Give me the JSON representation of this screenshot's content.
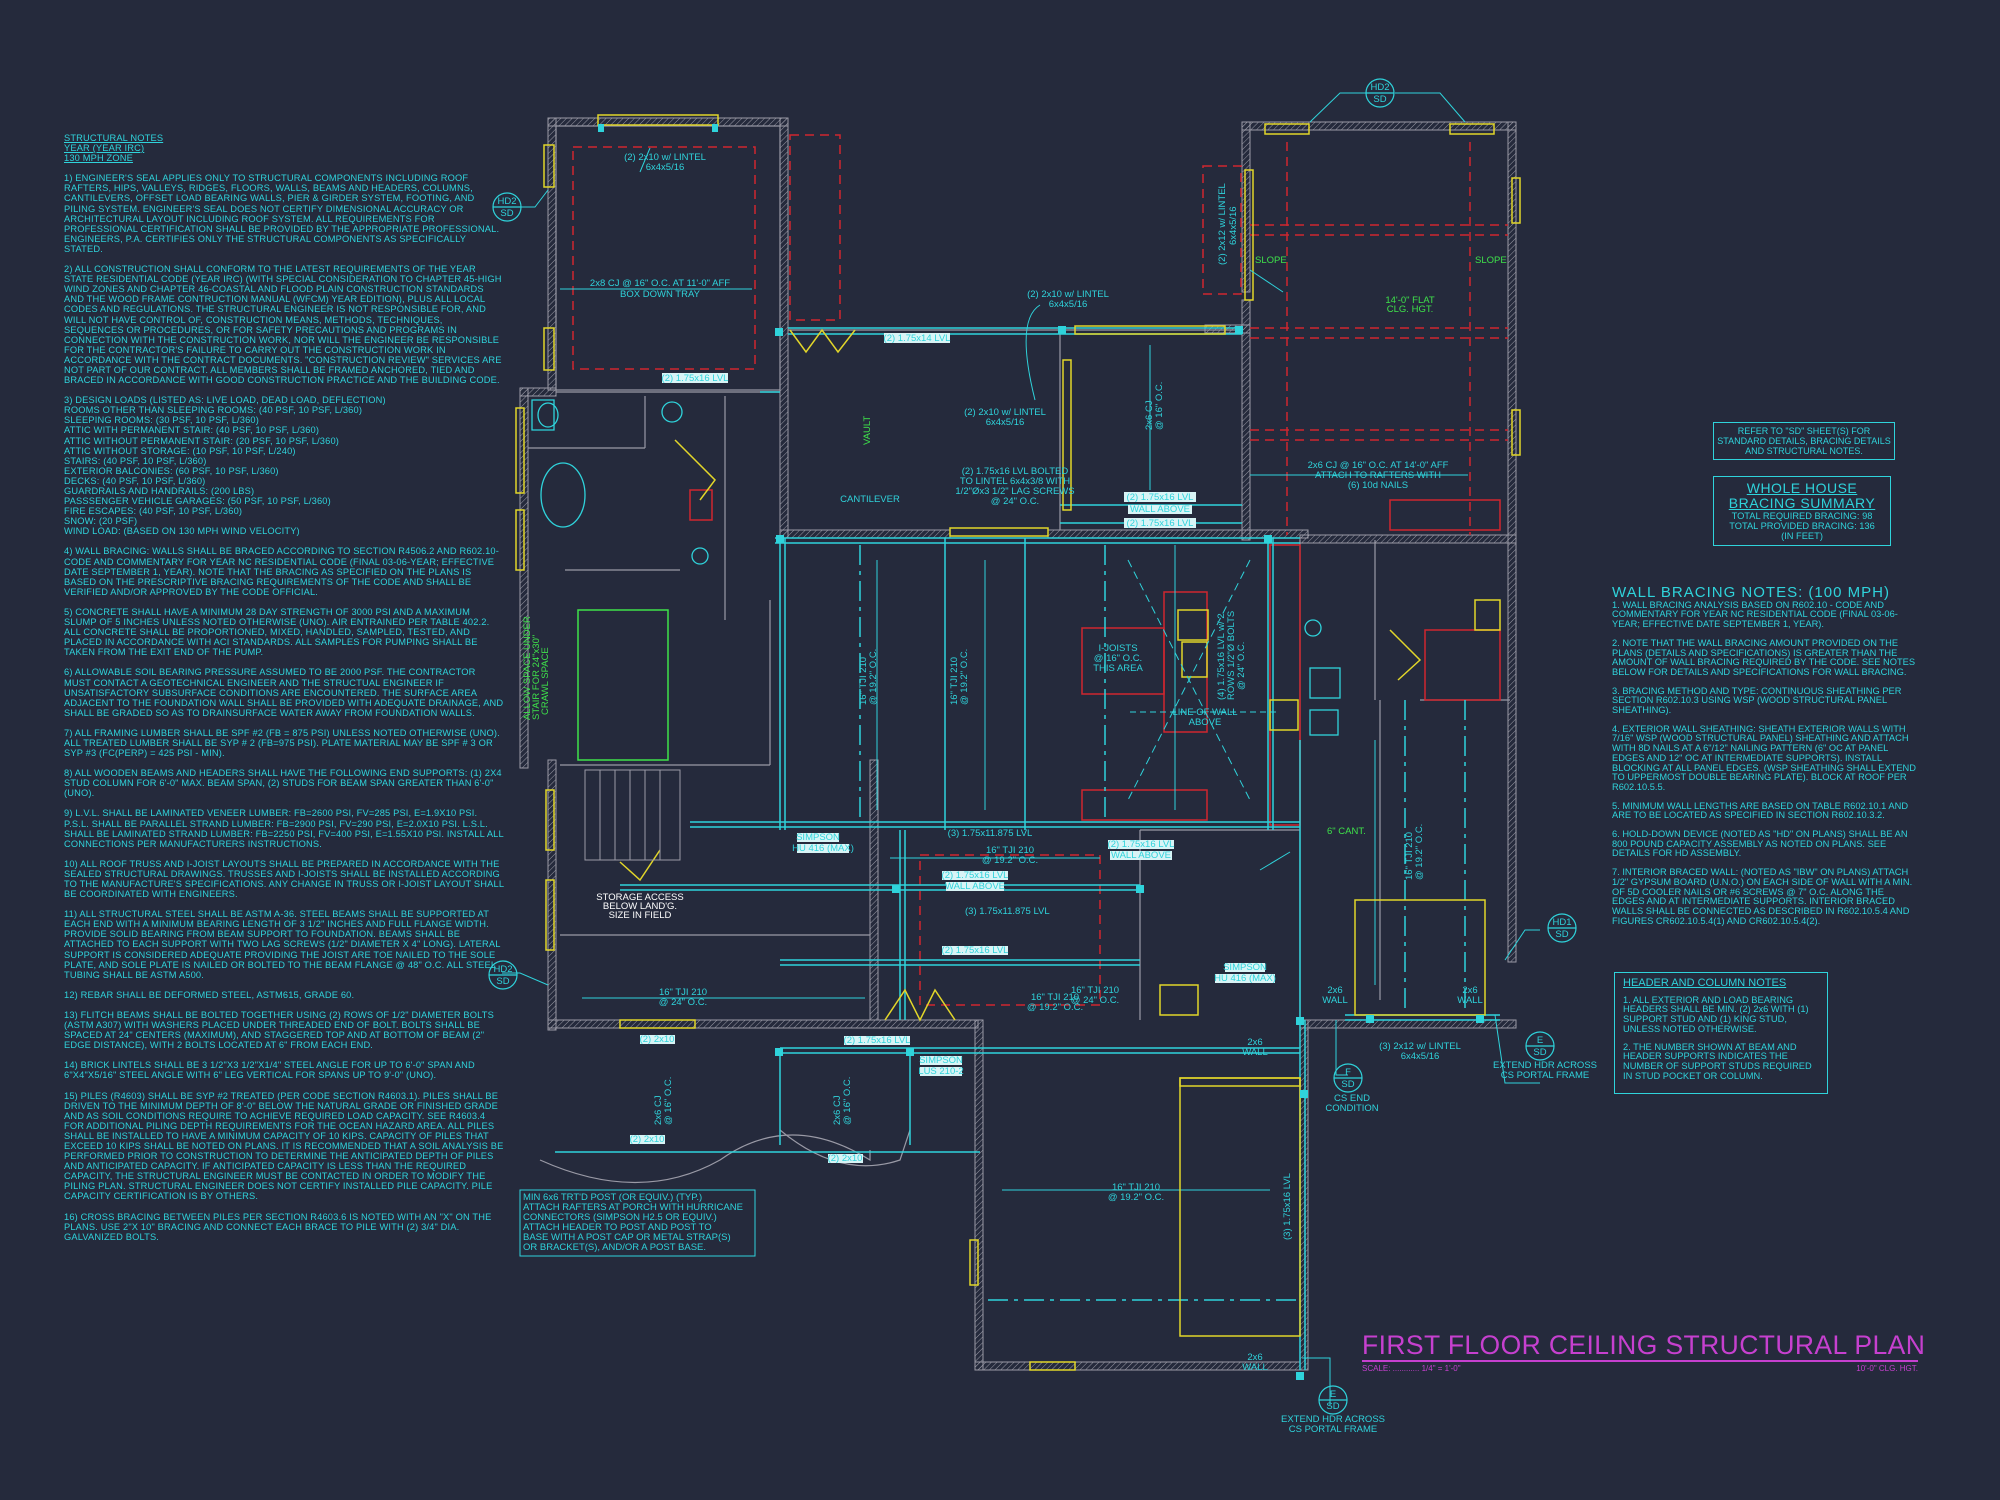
{
  "colors": {
    "background": "#252a3c",
    "notes_text": "#2fd3db",
    "title": "#c640cf",
    "walls": "#9a9aa6",
    "beams": "#2fd3db",
    "openings": "#e2d62a",
    "ceiling_dashed": "#d0262e",
    "annotations_green": "#3ee24a"
  },
  "structural_notes": {
    "heading": [
      "STRUCTURAL NOTES",
      "YEAR (YEAR IRC)",
      "130 mph ZONE"
    ],
    "items": [
      "1) ENGINEER'S SEAL APPLIES ONLY TO STRUCTURAL COMPONENTS INCLUDING ROOF RAFTERS, HIPS, VALLEYS, RIDGES, FLOORS, WALLS, BEAMS AND HEADERS, COLUMNS, CANTILEVERS, OFFSET LOAD BEARING WALLS, PIER & GIRDER SYSTEM, FOOTING, AND PILING SYSTEM. ENGINEER'S SEAL DOES NOT CERTIFY DIMENSIONAL ACCURACY OR ARCHITECTURAL LAYOUT INCLUDING ROOF SYSTEM. ALL REQUIREMENTS FOR PROFESSIONAL CERTIFICATION SHALL BE PROVIDED BY THE APPROPRIATE PROFESSIONAL. ENGINEERS, P.A. CERTIFIES ONLY THE STRUCTURAL COMPONENTS AS SPECIFICALLY STATED.",
      "2) ALL CONSTRUCTION SHALL CONFORM TO THE LATEST REQUIREMENTS OF THE YEAR STATE RESIDENTIAL CODE (YEAR IRC) (WITH SPECIAL CONSIDERATION TO CHAPTER 45-HIGH WIND ZONES AND CHAPTER 46-COASTAL AND FLOOD PLAIN CONSTRUCTION STANDARDS AND THE WOOD FRAME CONTRUCTION MANUAL (WFCM) YEAR EDITION), PLUS ALL LOCAL CODES AND REGULATIONS. THE STRUCTURAL ENGINEER IS NOT RESPONSIBLE FOR, AND WILL NOT HAVE CONTROL OF, CONSTRUCTION MEANS, METHODS, TECHNIQUES, SEQUENCES OR PROCEDURES, OR FOR SAFETY PRECAUTIONS AND PROGRAMS IN CONNECTION WITH THE CONSTRUCTION WORK, NOR WILL THE ENGINEER BE RESPONSIBLE FOR THE CONTRACTOR'S FAILURE TO CARRY OUT THE CONSTRUCTION WORK IN ACCORDANCE WITH THE CONTRACT DOCUMENTS. \"CONSTRUCTION REVIEW\" SERVICES ARE NOT PART OF OUR CONTRACT. ALL MEMBERS SHALL BE FRAMED ANCHORED, TIED AND BRACED IN ACCORDANCE WITH GOOD CONSTRUCTION PRACTICE AND THE BUILDING CODE.",
      "4) WALL BRACING: WALLS SHALL BE BRACED ACCORDING TO SECTION R4506.2 AND R602.10- CODE AND COMMENTARY FOR YEAR NC RESIDENTIAL CODE (FINAL 03-06-YEAR; EFFECTIVE DATE SEPTEMBER 1, YEAR). NOTE THAT THE BRACING AS SPECIFIED ON THE PLANS IS BASED ON THE PRESCRIPTIVE BRACING REQUIREMENTS OF THE CODE AND SHALL BE VERIFIED AND/OR APPROVED BY THE CODE OFFICIAL.",
      "5) CONCRETE SHALL HAVE A MINIMUM 28 DAY STRENGTH OF 3000 PSI AND A MAXIMUM SLUMP OF 5 INCHES UNLESS NOTED OTHERWISE (UNO). AIR ENTRAINED PER TABLE 402.2. ALL CONCRETE SHALL BE PROPORTIONED, MIXED, HANDLED, SAMPLED, TESTED, AND PLACED IN ACCORDANCE WITH ACI STANDARDS. ALL SAMPLES FOR PUMPING SHALL BE TAKEN FROM THE EXIT END OF THE PUMP.",
      "6) ALLOWABLE SOIL BEARING PRESSURE ASSUMED TO BE 2000 PSF. THE CONTRACTOR MUST CONTACT A GEOTECHNICAL ENGINEER AND THE STRUCTUAL ENGINEER IF UNSATISFACTORY SUBSURFACE CONDITIONS ARE ENCOUNTERED. THE SURFACE AREA ADJACENT TO THE FOUNDATION WALL SHALL BE PROVIDED WITH ADEQUATE DRAINAGE, AND SHALL BE GRADED SO AS TO DRAINSURFACE WATER AWAY FROM FOUNDATION WALLS.",
      "7) ALL FRAMING LUMBER SHALL BE SPF #2 (Fb = 875 PSI) UNLESS NOTED OTHERWISE (UNO). ALL TREATED LUMBER SHALL BE SYP # 2 (Fb=975 PSI). PLATE MATERIAL MAY BE SPF # 3 OR SYP #3 (Fc(perp) = 425 PSI - MIN).",
      "8) ALL WOODEN BEAMS AND HEADERS SHALL HAVE THE FOLLOWING END SUPPORTS: (1) 2x4 STUD COLUMN FOR 6'-0\" MAX. BEAM SPAN, (2) STUDS FOR BEAM SPAN GREATER THAN 6'-0\" (UNO).",
      "9) L.V.L. SHALL BE LAMINATED VENEER LUMBER: Fb=2600 PSI, Fv=285 PSI, E=1.9x10 PSI. P.S.L. SHALL BE PARALLEL STRAND LUMBER: Fb=2900 PSI, Fv=290 PSI, E=2.0x10 PSI. L.S.L. SHALL BE LAMINATED STRAND LUMBER: Fb=2250 PSI, Fv=400 PSI, E=1.55x10 PSI. INSTALL ALL CONNECTIONS PER MANUFACTURERS INSTRUCTIONS.",
      "10) ALL ROOF TRUSS AND I-JOIST LAYOUTS SHALL BE PREPARED IN ACCORDANCE WITH THE SEALED STRUCTURAL DRAWINGS. TRUSSES AND I-JOISTS SHALL BE INSTALLED ACCORDING TO THE MANUFACTURE'S SPECIFICATIONS. ANY CHANGE IN TRUSS OR I-JOIST LAYOUT SHALL BE COORDINATED WITH ENGINEERS.",
      "11) ALL STRUCTURAL STEEL SHALL BE ASTM A-36. STEEL BEAMS SHALL BE SUPPORTED AT EACH END WITH A MINIMUM BEARING LENGTH OF 3 1/2\" INCHES AND FULL FLANGE WIDTH. PROVIDE SOLID BEARING FROM BEAM SUPPORT TO FOUNDATION. BEAMS SHALL BE ATTACHED TO EACH SUPPORT WITH TWO LAG SCREWS (1/2\" DIAMETER x 4\" LONG). LATERAL SUPPORT IS CONSIDERED ADEQUATE PROVIDING THE JOIST ARE TOE NAILED TO THE SOLE PLATE, AND SOLE PLATE IS NAILED OR BOLTED TO THE BEAM FLANGE @ 48\" O.C. ALL STEEL TUBING SHALL BE ASTM A500.",
      "12) REBAR SHALL BE DEFORMED STEEL, ASTM615, GRADE 60.",
      "13) FLITCH BEAMS SHALL BE BOLTED TOGETHER USING (2) ROWS OF 1/2\" DIAMETER BOLTS (ASTM A307) WITH WASHERS PLACED UNDER THREADED END OF BOLT. BOLTS SHALL BE SPACED AT 24\" CENTERS (MAXIMUM), AND STAGGERED TOP AND AT BOTTOM OF BEAM (2\" EDGE DISTANCE), WITH 2 BOLTS LOCATED AT 6\" FROM EACH END.",
      "14) BRICK LINTELS SHALL BE 3 1/2\"x3 1/2\"x1/4\" STEEL ANGLE FOR UP TO 6'-0\" SPAN AND 6\"x4\"x5/16\" STEEL ANGLE WITH 6\" LEG VERTICAL FOR SPANS UP TO 9'-0\" (UNO).",
      "15) PILES (R4603) SHALL BE SYP #2 TREATED (PER CODE SECTION R4603.1). PILES SHALL BE DRIVEN TO THE MINIMUM DEPTH OF 8'-0\" BELOW THE NATURAL GRADE OR FINISHED GRADE AND AS SOIL CONDITIONS REQUIRE TO ACHIEVE REQUIRED LOAD CAPACITY. SEE R4603.4 FOR ADDITIONAL PILING DEPTH REQUIREMENTS FOR THE OCEAN HAZARD AREA. ALL PILES SHALL BE INSTALLED TO HAVE A MINIMUM CAPACITY OF 10 KIPS. CAPACITY OF PILES THAT EXCEED 10 KIPS SHALL BE NOTED ON PLANS. IT IS RECOMMENDED THAT A SOIL ANALYSIS BE PERFORMED PRIOR TO CONSTRUCTION TO DETERMINE THE ANTICIPATED DEPTH OF PILES AND ANTICIPATED CAPACITY. IF ANTICIPATED CAPACITY IS LESS THAN THE REQUIRED CAPACITY, THE STRUCTURAL ENGINEER MUST BE CONTACTED IN ORDER TO MODIFY THE PILING PLAN. STRUCTURAL ENGINEER DOES NOT CERTIFY INSTALLED PILE CAPACITY. PILE CAPACITY CERTIFICATION IS BY OTHERS.",
      "16) CROSS BRACING BETWEEN PILES PER SECTION R4603.6 IS NOTED WITH AN \"X\" ON THE PLANS. USE 2\"x 10\" BRACING AND CONNECT EACH BRACE TO PILE WITH (2) 3/4\" DIA. GALVANIZED BOLTS."
    ],
    "design_loads": [
      "3) DESIGN LOADS (LISTED AS: LIVE LOAD, DEAD LOAD, DEFLECTION)",
      "ROOMS OTHER THAN SLEEPING ROOMS: (40 PSF, 10 PSF, L/360)",
      "SLEEPING ROOMS: (30 PSF, 10 PSF, L/360)",
      "ATTIC WITH PERMANENT STAIR: (40 PSF, 10 PSF, L/360)",
      "ATTIC WITHOUT PERMANENT STAIR: (20 PSF, 10 PSF, L/360)",
      "ATTIC WITHOUT STORAGE: (10 PSF, 10 PSF, L/240)",
      "STAIRS: (40 PSF, 10 PSF, L/360)",
      "EXTERIOR BALCONIES: (60 PSF, 10 PSF, L/360)",
      "DECKS: (40 PSF, 10 PSF, L/360)",
      "GUARDRAILS AND HANDRAILS: (200 LBS)",
      "PASSSENGER VEHICLE GARAGES: (50 PSF, 10 PSF, L/360)",
      "FIRE ESCAPES: (40 PSF, 10 PSF, L/360)",
      "SNOW: (20 PSF)",
      "WIND LOAD: (BASED ON 130 MPH WIND VELOCITY)"
    ]
  },
  "refer_box": "REFER TO \"SD\" SHEET(S) FOR STANDARD DETAILS, BRACING DETAILS AND STRUCTURAL NOTES.",
  "bracing_summary": {
    "title_1": "WHOLE HOUSE",
    "title_2": "BRACING SUMMARY",
    "required": "TOTAL REQUIRED BRACING: 98",
    "provided": "TOTAL PROVIDED BRACING: 136",
    "unit": "(IN FEET)"
  },
  "wall_bracing_notes": {
    "title": "WALL BRACING NOTES: (100 MPH)",
    "items": [
      "1. WALL BRACING ANALYSIS BASED ON R602.10 - CODE AND COMMENTARY FOR YEAR NC RESIDENTIAL CODE (FINAL 03-06-YEAR; EFFECTIVE DATE SEPTEMBER 1, YEAR).",
      "2. NOTE THAT THE WALL BRACING AMOUNT PROVIDED ON THE PLANS (DETAILS AND SPECIFICATIONS) IS GREATER THAN THE AMOUNT OF WALL BRACING REQUIRED BY THE CODE. SEE NOTES BELOW FOR DETAILS AND SPECIFICATIONS FOR WALL BRACING.",
      "3. BRACING METHOD AND TYPE: CONTINUOUS SHEATHING PER SECTION R602.10.3 USING WSP (WOOD STRUCTURAL PANEL SHEATHING).",
      "4. EXTERIOR WALL SHEATHING: SHEATH EXTERIOR WALLS WITH 7/16\" WSP (WOOD STRUCTURAL PANEL) SHEATHING AND ATTACH WITH 8d NAILS AT A 6\"/12\" NAILING PATTERN (6\" OC AT PANEL EDGES AND 12\" OC AT INTERMEDIATE SUPPORTS). INSTALL BLOCKING AT ALL PANEL EDGES. (WSP SHEATHING SHALL EXTEND TO UPPERMOST DOUBLE BEARING PLATE). BLOCK AT ROOF PER R602.10.5.5.",
      "5. MINIMUM WALL LENGTHS ARE BASED ON TABLE R602.10.1 AND ARE TO BE LOCATED AS SPECIFIED IN SECTION R602.10.3.2.",
      "6. HOLD-DOWN DEVICE (NOTED AS \"HD\" ON PLANS) SHALL BE AN 800 POUND CAPACITY ASSEMBLY AS NOTED ON PLANS. SEE DETAILS FOR HD ASSEMBLY.",
      "7. INTERIOR BRACED WALL: (NOTED AS \"IBW\" ON PLANS) ATTACH 1/2\" GYPSUM BOARD (U.N.O.) ON EACH SIDE OF WALL WITH A MIN. OF 5d COOLER NAILS OR #6 SCREWS @ 7\" O.C. ALONG THE EDGES AND AT INTERMEDIATE SUPPORTS. INTERIOR BRACED WALLS SHALL BE CONNECTED AS DESCRIBED IN R602.10.5.4 AND FIGURES CR602.10.5.4(1) AND CR602.10.5.4(2)."
    ]
  },
  "header_column_notes": {
    "title": "HEADER AND COLUMN NOTES",
    "items": [
      "1. ALL EXTERIOR AND LOAD BEARING HEADERS SHALL BE MIN. (2) 2x6 WITH (1) SUPPORT STUD AND (1) KING STUD, UNLESS NOTED OTHERWISE.",
      "2. THE NUMBER SHOWN AT BEAM AND HEADER SUPPORTS INDICATES THE NUMBER OF SUPPORT STUDS REQUIRED IN STUD POCKET OR COLUMN."
    ]
  },
  "title_block": {
    "title": "FIRST FLOOR CEILING STRUCTURAL PLAN",
    "scale": "SCALE: ............ 1/4\" = 1'-0\"",
    "ceiling_height": "10'-0\" CLG. HGT."
  },
  "plan": {
    "callouts": [
      {
        "top": "HD2",
        "bottom": "SD"
      },
      {
        "top": "HD2",
        "bottom": "SD"
      },
      {
        "top": "HD2",
        "bottom": "SD"
      },
      {
        "top": "HD1",
        "bottom": "SD"
      },
      {
        "top": "E",
        "bottom": "SD"
      },
      {
        "top": "F",
        "bottom": "SD"
      },
      {
        "top": "E",
        "bottom": "SD"
      }
    ],
    "labels": [
      "(2) 2x10 w/ LINTEL",
      "6x4x5/16",
      "2x8 CJ @ 16\" O.C. AT 11'-0\" AFF",
      "BOX DOWN TRAY",
      "(2) 1.75x16 LVL",
      "(2) 1.75x14 LVL",
      "(2) 2x10 w/ LINTEL",
      "6x4x5/16",
      "(2) 2x10 w/ LINTEL",
      "6x4x5/16",
      "(2) 1.75x16 LVL BOLTED",
      "TO LINTEL 6x4x3/8 WITH",
      "1/2\"Øx3 1/2\" LAG SCREWS",
      "@ 24\" O.C.",
      "CANTILEVER",
      "VAULT",
      "(2) 2x12 w/ LINTEL",
      "6x4x5/16",
      "SLOPE",
      "SLOPE",
      "14'-0\" FLAT",
      "CLG. HGT.",
      "2x6 CJ @ 16\" O.C. AT 14'-0\" AFF",
      "ATTACH TO RAFTERS WITH",
      "(6) 10d NAILS",
      "2x6 CJ",
      "@ 16\" O.C.",
      "(2) 1.75x16 LVL",
      "WALL ABOVE",
      "(2) 1.75x16 LVL",
      "16\" TJI 210",
      "@ 19.2\" O.C.",
      "I-JOISTS",
      "@ 16\" O.C.",
      "THIS AREA",
      "LINE OF WALL",
      "ABOVE",
      "(4) 1.75x16 LVL w/ 2",
      "ROWS 1/2\"Ø BOLTS",
      "@ 24\" O.C.",
      "(3) 1.75x11.875 LVL",
      "16\" TJI 210",
      "@ 19.2\" O.C.",
      "STORAGE ACCESS",
      "BELOW LAND'G.",
      "SIZE IN FIELD",
      "16\" TJI 210",
      "@ 24\" O.C.",
      "MIN 6x6 TRT'D POST (OR EQUIV.) (TYP.)",
      "ATTACH RAFTERS AT PORCH WITH HURRICANE",
      "CONNECTORS (SIMPSON H2.5 OR EQUIV.)",
      "ATTACH HEADER TO POST AND POST TO",
      "BASE WITH A POST CAP OR METAL STRAP(S)",
      "OR BRACKET(S), AND/OR A POST BASE.",
      "SIMPSON",
      "HU 416 (MAX)",
      "6\" CANT.",
      "(3) 2x12 w/ LINTEL",
      "6x4x5/16",
      "CS END",
      "CONDITION",
      "EXTEND HDR ACROSS",
      "CS PORTAL FRAME",
      "2x6",
      "WALL",
      "2x6",
      "WALL",
      "2x6",
      "WALL",
      "2x6",
      "WALL",
      "16\" TJI 210",
      "@ 19.2\" O.C.",
      "(3) 1.75x16 LVL",
      "EXTEND HDR ACROSS",
      "CS PORTAL FRAME",
      "16\" TJI 210",
      "@ 24\" O.C.",
      "(2) 2x10",
      "(2) 2x10",
      "(2) 2x10",
      "(2) 1.75x16 LVL",
      "SIMPSON",
      "LUS 210-2",
      "2x6 CJ",
      "@ 16\" O.C.",
      "2x6 CJ",
      "@ 16\" O.C.",
      "(2) 1.75x16 LVL",
      "WALL ABOVE",
      "(3) 1.75x11.875 LVL",
      "(2) 1.75x16 LVL",
      "SIMPSON",
      "HU 416 (MAX)",
      "16\" TJI 210",
      "@ 19.2\" O.C.",
      "16\" TJI 210",
      "@ 19.2\" O.C.",
      "ALLOW SPACE UNDER",
      "STAIR FOR 24\"x30\"",
      "CRAWL SPACE",
      "(2) 1.75x16 LVL",
      "WALL ABOVE",
      "16\" TJI 210",
      "@ 19.2\" O.C."
    ]
  }
}
